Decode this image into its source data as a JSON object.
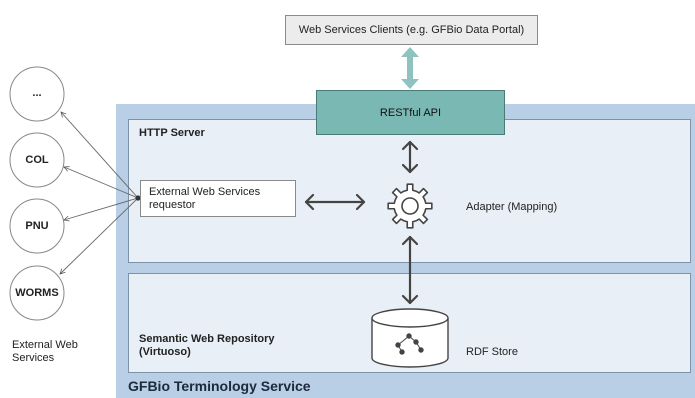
{
  "clients": {
    "label": "Web Services Clients (e.g. GFBio Data Portal)"
  },
  "restful": {
    "label": "RESTful API"
  },
  "http_server": {
    "title": "HTTP Server"
  },
  "requestor": {
    "label": "External Web Services requestor"
  },
  "adapter": {
    "label": "Adapter (Mapping)",
    "icon": "gear-icon"
  },
  "semantic_repo": {
    "title": "Semantic Web Repository (Virtuoso)"
  },
  "rdf_store": {
    "label": "RDF Store",
    "icon": "database-graph-icon"
  },
  "service": {
    "title": "GFBio Terminology Service"
  },
  "external_services": {
    "caption": "External Web Services",
    "items": [
      "...",
      "COL",
      "PNU",
      "WORMS"
    ]
  },
  "colors": {
    "outer_background": "#b8cfe6",
    "inner_background": "#e9eff7",
    "restful_api": "#7ab8b3",
    "clients_arrow": "#8fc3c0"
  }
}
